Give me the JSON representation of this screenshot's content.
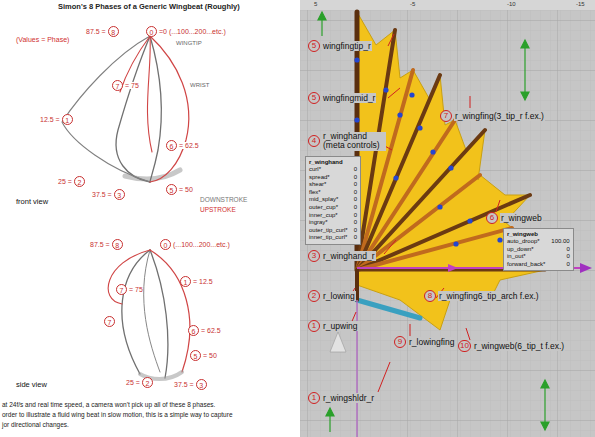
{
  "diagram": {
    "title": "Simon's 8 Phases of a Generic Wingbeat (Roughly)",
    "nodes": [
      {
        "text": [
          "87.5 =",
          "8"
        ]
      },
      {
        "text": [
          "0",
          "=0 (...100...200...etc.)"
        ]
      },
      {
        "text": [
          "7",
          "= 75"
        ]
      },
      {
        "text": [
          "12.5 =",
          "1"
        ]
      },
      {
        "text": [
          "6",
          "= 62.5"
        ]
      },
      {
        "text": [
          "25 =",
          "2"
        ]
      },
      {
        "text": [
          "37.5 =",
          "3"
        ]
      },
      {
        "text": [
          "5",
          "= 50"
        ]
      },
      {
        "text": [
          "87.5 =",
          "8"
        ]
      },
      {
        "text": [
          "0",
          "(...100...200...etc.)"
        ]
      },
      {
        "text": [
          "1",
          "= 12.5"
        ]
      },
      {
        "text": [
          "7",
          "= 75"
        ]
      },
      {
        "text": [
          "7"
        ]
      },
      {
        "text": [
          "6",
          "= 62.5"
        ]
      },
      {
        "text": [
          "5",
          "= 50"
        ]
      },
      {
        "text": [
          "25 =",
          "2"
        ]
      },
      {
        "text": [
          "37.5 =",
          "3"
        ]
      },
      {
        "text": [
          "5",
          "wingfingtip_r"
        ]
      },
      {
        "text": [
          "5",
          "wingfingmid_r"
        ]
      },
      {
        "text": [
          "4",
          "r_winghand (meta controls)"
        ]
      },
      {
        "text": [
          "r_winghand",
          "curl*",
          "0",
          "spread*",
          "0",
          "shear*",
          "0",
          "flex*",
          "0",
          "mid_splay*",
          "0",
          "outer_cup*",
          "0",
          "inner_cup*",
          "0",
          "ingray*",
          "0",
          "outer_tip_curl*",
          "0",
          "inner_tip_curl*",
          "0"
        ]
      },
      {
        "text": [
          "3",
          "r_winghand_r"
        ]
      },
      {
        "text": [
          "2",
          "r_lowing"
        ]
      },
      {
        "text": [
          "1",
          "r_upwing"
        ]
      },
      {
        "text": [
          "1",
          "r_wingshldr_r"
        ]
      },
      {
        "text": [
          "7",
          "r_wingfing(3_tip_r f.ex.)"
        ]
      },
      {
        "text": [
          "6",
          "r_wingweb"
        ]
      },
      {
        "text": [
          "r_wingweb",
          "auto_droop*",
          "100.00",
          "up_down*",
          "0",
          "in_out*",
          "0",
          "forward_back*",
          "0"
        ]
      },
      {
        "text": [
          "8",
          "r_wingfing6_tip_arch f.ex.)"
        ]
      },
      {
        "text": [
          "10",
          "r_wingweb(6_tip_t f.ex.)"
        ]
      },
      {
        "text": [
          "9",
          "r_lowingfing"
        ]
      }
    ],
    "labels": [
      "(Values = Phase)",
      "WINGTIP",
      "WRIST",
      "front view",
      "DOWNSTROKE",
      "UPSTROKE",
      "side view",
      "at 24f/s and real time speed, a camera won't pick up all of these 8 phases.",
      "order to illustrate a fluid wing beat in slow motion, this is a simple way to capture",
      "jor directional changes.",
      "5",
      "-5",
      "-10",
      "-15"
    ]
  }
}
